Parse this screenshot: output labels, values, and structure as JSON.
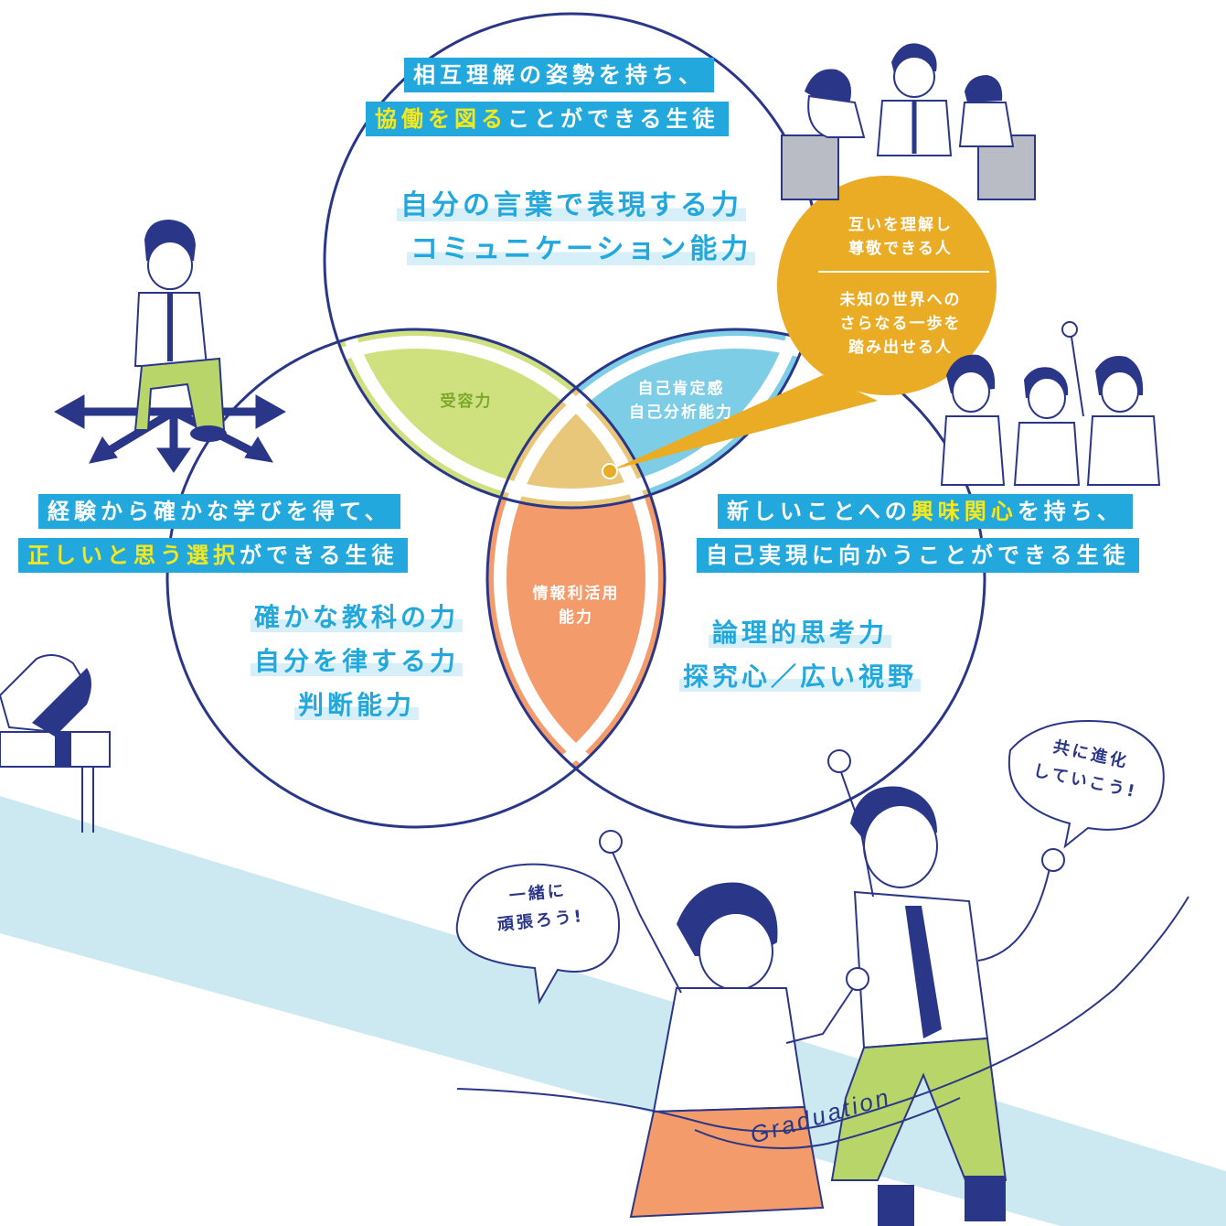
{
  "top": {
    "banner_line1": "相互理解の姿勢を持ち、",
    "banner_line2_hl": "協働を図る",
    "banner_line2_rest": "ことができる生徒",
    "skill_1": "自分の言葉で表現する力",
    "skill_2": "コミュニケーション能力"
  },
  "left": {
    "banner_line1": "経験から確かな学びを得て、",
    "banner_line2_hl": "正しいと思う選択",
    "banner_line2_rest": "ができる生徒",
    "skill_1": "確かな教科の力",
    "skill_2": "自分を律する力",
    "skill_3": "判断能力"
  },
  "right": {
    "banner_line1_pre": "新しいことへの",
    "banner_line1_hl": "興味関心",
    "banner_line1_post": "を持ち、",
    "banner_line2": "自己実現に向かうことができる生徒",
    "skill_1": "論理的思考力",
    "skill_2": "探究心／広い視野"
  },
  "overlaps": {
    "top_left": "受容力",
    "top_right_1": "自己肯定感",
    "top_right_2": "自己分析能力",
    "left_right_1": "情報利活用",
    "left_right_2": "能力"
  },
  "center_bubble": {
    "line1": "互いを理解し",
    "line2": "尊敬できる人",
    "line3": "未知の世界への",
    "line4": "さらなる一歩を",
    "line5": "踏み出せる人"
  },
  "speech": {
    "left_1": "一緒に",
    "left_2": "頑張ろう!",
    "right_1": "共に進化",
    "right_2": "していこう!"
  },
  "ribbon_text": "Graduation",
  "colors": {
    "navy": "#2a3688",
    "cyan": "#22a8dc",
    "yellow_highlight": "#f7e81b",
    "lens_green": "#cfe07e",
    "lens_blue": "#7dcde6",
    "lens_orange": "#f49b6c",
    "center_tan": "#e8c77a",
    "bubble_orange": "#eaac25",
    "track_blue": "#cce8f1",
    "pants_green": "#b8d56a",
    "skirt_orange": "#f49b6c"
  }
}
